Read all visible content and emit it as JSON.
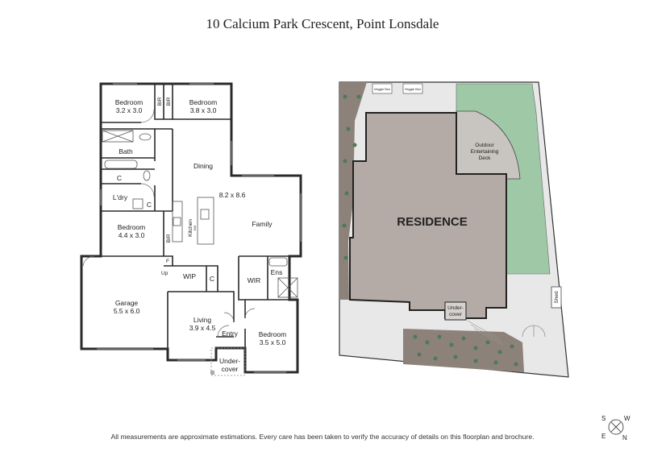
{
  "header": {
    "title": "10 Calcium Park Crescent, Point Lonsdale"
  },
  "floorplan": {
    "rooms": [
      {
        "id": "bedroom1",
        "name": "Bedroom",
        "dims": "3.2 x 3.0"
      },
      {
        "id": "bir1",
        "name": "BIR"
      },
      {
        "id": "bir2",
        "name": "BIR"
      },
      {
        "id": "bedroom2",
        "name": "Bedroom",
        "dims": "3.8 x 3.0"
      },
      {
        "id": "bath",
        "name": "Bath"
      },
      {
        "id": "cupboard1",
        "name": "C"
      },
      {
        "id": "laundry",
        "name": "L'dry"
      },
      {
        "id": "cupboard2",
        "name": "C"
      },
      {
        "id": "dining",
        "name": "Dining"
      },
      {
        "id": "living_main",
        "name": "8.2 x 8.6"
      },
      {
        "id": "family",
        "name": "Family"
      },
      {
        "id": "kitchen",
        "name": "Kitchen"
      },
      {
        "id": "dw",
        "name": "DW"
      },
      {
        "id": "bedroom3",
        "name": "Bedroom",
        "dims": "4.4 x 3.0"
      },
      {
        "id": "bir3",
        "name": "BIR"
      },
      {
        "id": "fridge",
        "name": "F"
      },
      {
        "id": "wip",
        "name": "WIP"
      },
      {
        "id": "cupboard3",
        "name": "C"
      },
      {
        "id": "wir",
        "name": "WIR"
      },
      {
        "id": "ens",
        "name": "Ens"
      },
      {
        "id": "garage",
        "name": "Garage",
        "dims": "5.5 x 6.0"
      },
      {
        "id": "up",
        "name": "Up"
      },
      {
        "id": "living2",
        "name": "Living",
        "dims": "3.9 x 4.5"
      },
      {
        "id": "entry",
        "name": "Entry"
      },
      {
        "id": "bedroom4",
        "name": "Bedroom",
        "dims": "3.5 x 5.0"
      },
      {
        "id": "undercover_plan",
        "name": "Under-",
        "name2": "cover"
      }
    ]
  },
  "siteplan": {
    "residence": "RESIDENCE",
    "deck_line1": "Outdoor",
    "deck_line2": "Entertaining",
    "deck_line3": "Deck",
    "undercover_line1": "Under-",
    "undercover_line2": "cover",
    "shed": "Shed",
    "veggie_box": "Veggie Box"
  },
  "compass": {
    "s": "S",
    "w": "W",
    "e": "E",
    "n": "N"
  },
  "footer": {
    "disclaimer": "All measurements are approximate estimations. Every care has been taken to verify the accuracy of details on this floorplan and brochure."
  }
}
